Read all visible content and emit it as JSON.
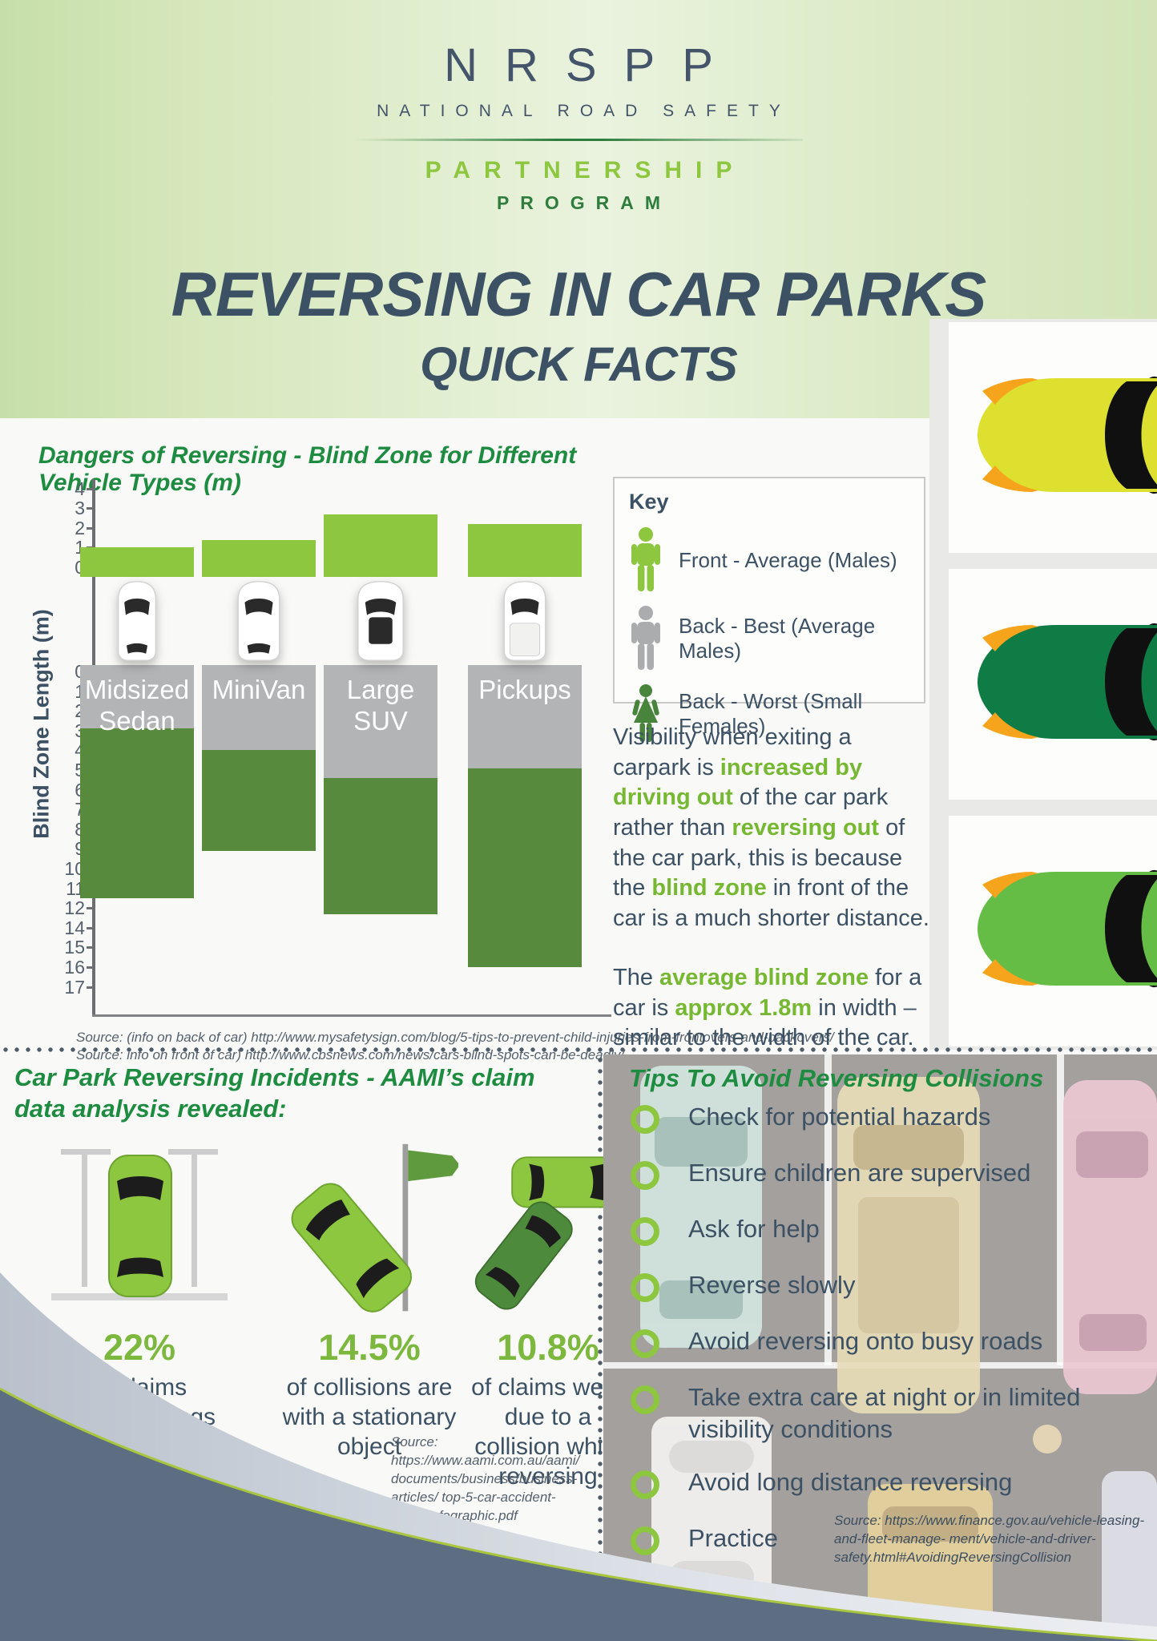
{
  "palette": {
    "green_bright": "#8dc63f",
    "green_dark_bar": "#578a3c",
    "green_heading": "#1e8c40",
    "green_highlight": "#76b832",
    "gray_bar": "#b3b4b6",
    "slate_text": "#3c5164",
    "swoosh_slate": "#5d6e82",
    "swoosh_line": "#a9c63d"
  },
  "header": {
    "logo": {
      "name": "NRSPP",
      "subtitle": "NATIONAL ROAD SAFETY",
      "partnership": "PARTNERSHIP",
      "program": "PROGRAM"
    },
    "title_line1": "REVERSING IN CAR PARKS",
    "title_line2": "QUICK FACTS"
  },
  "chart": {
    "title": "Dangers of Reversing - Blind Zone for Different Vehicle Types (m)",
    "y_axis_label": "Blind Zone Length (m)",
    "top_ticks": [
      "4",
      "3",
      "2",
      "1",
      "0"
    ],
    "bottom_ticks": [
      "0",
      "1",
      "2",
      "3",
      "4",
      "5",
      "6",
      "7",
      "8",
      "9",
      "10",
      "11",
      "12",
      "14",
      "15",
      "16",
      "17"
    ]
  },
  "chart_data": {
    "type": "bar",
    "title": "Dangers of Reversing - Blind Zone for Different Vehicle Types (m)",
    "ylabel": "Blind Zone Length (m)",
    "categories": [
      "Midsized Sedan",
      "MiniVan",
      "Large SUV",
      "Pickups"
    ],
    "vehicle_icons": [
      "sedan-top",
      "minivan-top",
      "suv-top",
      "pickup-top"
    ],
    "series": [
      {
        "name": "Front - Average (Males)",
        "direction": "up",
        "values": [
          1.0,
          1.4,
          2.7,
          2.2
        ],
        "color": "#8dc63f"
      },
      {
        "name": "Back - Best (Average Males)",
        "direction": "down",
        "values": [
          2.9,
          4.0,
          5.4,
          4.9
        ],
        "color": "#b3b4b6"
      },
      {
        "name": "Back - Worst (Small Females)",
        "direction": "down",
        "values": [
          11.5,
          9.1,
          12.3,
          15.0
        ],
        "color": "#578a3c"
      }
    ],
    "front_axis_range": [
      0,
      4
    ],
    "back_axis_range": [
      0,
      17
    ],
    "grid": false,
    "legend_position": "right"
  },
  "key": {
    "title": "Key",
    "items": [
      {
        "icon": "male-figure",
        "color": "#8dc63f",
        "label": "Front - Average (Males)"
      },
      {
        "icon": "male-figure",
        "color": "#aaacae",
        "label": "Back - Best (Average Males)"
      },
      {
        "icon": "female-figure",
        "color": "#48843b",
        "label": "Back - Worst (Small Females)"
      }
    ]
  },
  "visibility_text": {
    "p1": [
      {
        "t": "Visibility when exiting a carpark is "
      },
      {
        "t": "increased by driving out",
        "hl": true
      },
      {
        "t": " of the car park rather than "
      },
      {
        "t": "reversing out",
        "hl": true
      },
      {
        "t": " of the car park, this is because the "
      },
      {
        "t": "blind zone",
        "hl": true
      },
      {
        "t": " in front of the car is a much shorter distance."
      }
    ],
    "p2": [
      {
        "t": "The "
      },
      {
        "t": "average blind zone",
        "hl": true
      },
      {
        "t": " for a car is "
      },
      {
        "t": "approx 1.8m",
        "hl": true
      },
      {
        "t": " in width – similar to the width of the car."
      }
    ]
  },
  "chart_sources": [
    "Source: (info on back of car) http://www.mysafetysign.com/blog/5-tips-to-prevent-child-injuries-from-frontovers-and-backovers/",
    "Source: info on front of car) http://www.cbsnews.com/news/cars-blind-spots-can-be-deadly/"
  ],
  "right_cars": [
    "yellow-green-car",
    "dark-green-car",
    "green-car"
  ],
  "incidents": {
    "heading": "Car Park Reversing Incidents - AAMI’s claim data analysis revealed:",
    "stats": [
      {
        "icon": "parked-car-bay",
        "value": "22%",
        "label": "of claims involved dings in car parks"
      },
      {
        "icon": "car-signpost-collision",
        "value": "14.5%",
        "label": "of collisions are with a stationary object"
      },
      {
        "icon": "two-car-collision",
        "value": "10.8%",
        "label": "of claims were due to a collision while reversing"
      }
    ],
    "source": "Source: https://www.aami.com.au/aami/ documents/business/business-articles/ top-5-car-accident-types-infographic.pdf"
  },
  "tips": {
    "heading": "Tips To Avoid Reversing Collisions",
    "items": [
      "Check for potential hazards",
      "Ensure children are supervised",
      "Ask for help",
      "Reverse slowly",
      "Avoid reversing onto busy roads",
      "Take extra care at night or in limited visibility conditions",
      "Avoid long distance reversing",
      "Practice"
    ],
    "source": "Source: https://www.finance.gov.au/vehicle-leasing-and-fleet-manage- ment/vehicle-and-driver-safety.html#AvoidingReversingCollision"
  }
}
